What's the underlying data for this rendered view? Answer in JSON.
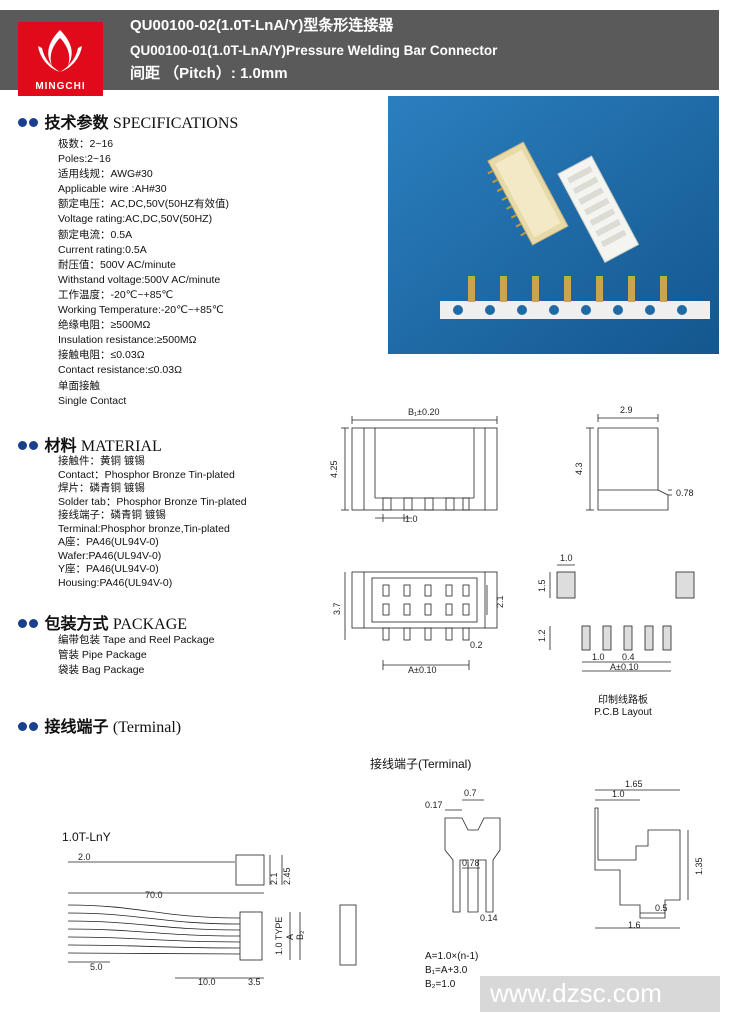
{
  "header": {
    "brand": "MINGCHI",
    "title1": "QU00100-02(1.0T-LnA/Y)型条形连接器",
    "title2": "QU00100-01(1.0T-LnA/Y)Pressure Welding Bar Connector",
    "title3": "间距 （Pitch）: 1.0mm"
  },
  "specs": {
    "heading_zh": "技术参数",
    "heading_en": "SPECIFICATIONS",
    "lines": [
      "极数：2~16",
      "Poles:2~16",
      "适用线规：AWG#30",
      " Applicable wire :AH#30",
      "额定电压：AC,DC,50V(50HZ有效值)",
      "Voltage rating:AC,DC,50V(50HZ)",
      "额定电流：0.5A",
      "Current rating:0.5A",
      "耐压值：500V AC/minute",
      "Withstand voltage:500V AC/minute",
      "工作温度：-20℃~+85℃",
      "Working Temperature:-20℃~+85℃",
      "绝缘电阻：≥500MΩ",
      "Insulation resistance:≥500MΩ",
      "接触电阻：≤0.03Ω",
      "Contact resistance:≤0.03Ω",
      "单面接触",
      "Single Contact"
    ]
  },
  "material": {
    "heading_zh": "材料",
    "heading_en": "MATERIAL",
    "lines": [
      "接触件：黄铜 镀锡",
      "Contact：Phosphor Bronze Tin-plated",
      "焊片：磷青铜 镀锡",
      " Solder tab：Phosphor Bronze Tin-plated",
      "接线端子：磷青铜 镀锡",
      "Terminal:Phosphor bronze,Tin-plated",
      "A座：PA46(UL94V-0)",
      "Wafer:PA46(UL94V-0)",
      "Y座：PA46(UL94V-0)",
      "Housing:PA46(UL94V-0)"
    ]
  },
  "package": {
    "heading_zh": "包装方式",
    "heading_en": "PACKAGE",
    "lines": [
      "编带包装 Tape and Reel Package",
      "管装 Pipe Package",
      "袋装 Bag Package"
    ]
  },
  "terminal": {
    "heading_zh": "接线端子",
    "heading_en": "(Terminal)",
    "caption": "接线端子(Terminal)",
    "lny_label": "1.0T-LnY"
  },
  "pcb_layout": {
    "zh": "印制线路板",
    "en": "P.C.B Layout"
  },
  "dims": {
    "b1": "B₁±0.20",
    "h425": "4.25",
    "p10": "1.0",
    "w29": "2.9",
    "h43": "4.3",
    "d078": "0.78",
    "d37": "3.7",
    "d21": "2.1",
    "d02": "0.2",
    "a010": "A±0.10",
    "p_10": "1.0",
    "p_15": "1.5",
    "p_12": "1.2",
    "p_04": "0.4",
    "p_10b": "1.0",
    "p_a": "A±0.10",
    "t017": "0.17",
    "t07": "0.7",
    "t078": "0.78",
    "t014": "0.14",
    "s165": "1.65",
    "s10": "1.0",
    "s135": "1.35",
    "s05": "0.5",
    "s16": "1.6",
    "w20": "2.0",
    "w700": "70.0",
    "w50": "5.0",
    "w100": "10.0",
    "w35": "3.5",
    "w21": "2.1",
    "w245": "2.45",
    "w10type": "1.0 TYPE",
    "wA": "A",
    "wB2": "B₂"
  },
  "formulas": [
    "A=1.0×(n-1)",
    "B₁=A+3.0",
    "B₂=1.0"
  ],
  "watermark": "www.dzsc.com"
}
